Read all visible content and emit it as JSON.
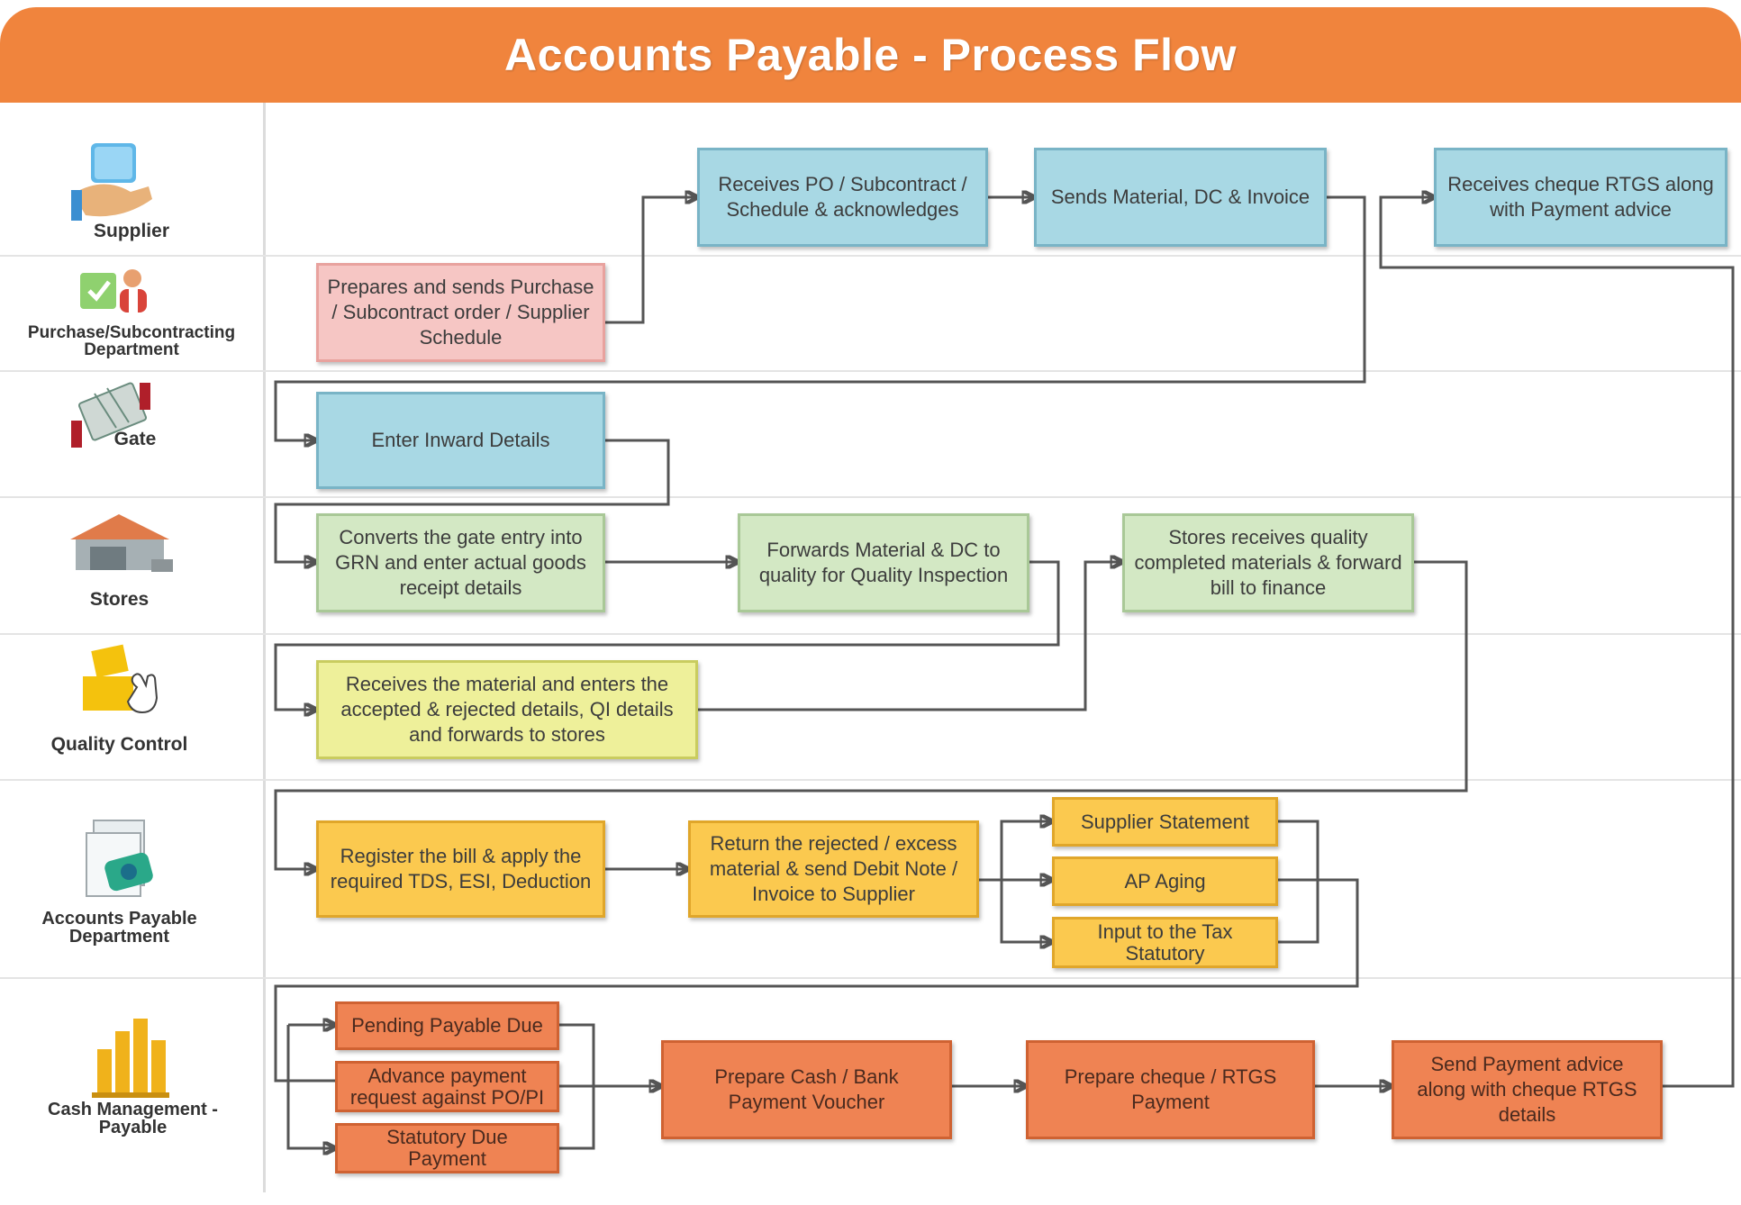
{
  "title": "Accounts Payable - Process Flow",
  "lanes": [
    {
      "label": "Supplier"
    },
    {
      "label": "Purchase/Subcontracting\nDepartment"
    },
    {
      "label": "Gate"
    },
    {
      "label": "Stores"
    },
    {
      "label": "Quality Control"
    },
    {
      "label": "Accounts Payable\nDepartment"
    },
    {
      "label": "Cash Management -\nPayable"
    }
  ],
  "steps": {
    "receives_po": "Receives PO / Subcontract / Schedule & acknowledges",
    "sends_material": "Sends Material, DC & Invoice",
    "receives_cheque": "Receives cheque RTGS along with Payment advice",
    "prepares_po": "Prepares and sends Purchase / Subcontract order / Supplier Schedule",
    "enter_inward": "Enter Inward Details",
    "converts_grn": "Converts the gate entry into GRN and enter actual goods receipt details",
    "forwards_material": "Forwards Material & DC to quality for Quality Inspection",
    "stores_receives": "Stores receives quality completed materials & forward bill to finance",
    "qc_receives": "Receives the material and enters the accepted & rejected details, QI details and forwards to stores",
    "register_bill": "Register the bill & apply the required TDS, ESI, Deduction",
    "return_rejected": "Return the rejected / excess material & send Debit Note / Invoice to Supplier",
    "supplier_statement": "Supplier Statement",
    "ap_aging": "AP Aging",
    "tax_statutory": "Input to the Tax Statutory",
    "pending_payable": "Pending Payable Due",
    "advance_payment": "Advance payment request against PO/PI",
    "statutory_due": "Statutory Due Payment",
    "prepare_voucher": "Prepare Cash / Bank Payment Voucher",
    "prepare_cheque": "Prepare cheque / RTGS Payment",
    "send_advice": "Send Payment advice along with cheque RTGS details"
  },
  "colors": {
    "header": "#f0843d",
    "blue": "#a8d8e4",
    "pink": "#f6c6c4",
    "green": "#d3e8c4",
    "yellow": "#eef09a",
    "amber": "#fbc94f",
    "orange": "#ef8353"
  }
}
